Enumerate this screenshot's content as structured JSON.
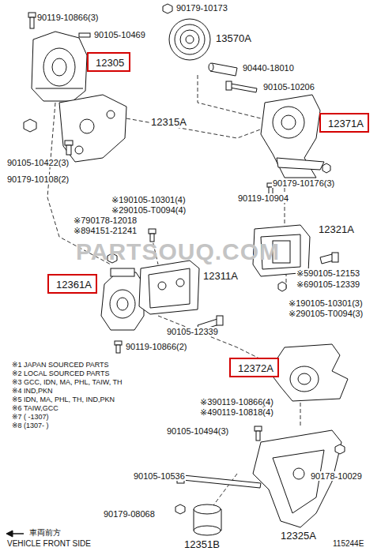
{
  "diagram": {
    "nodes": [
      {
        "text": [
          "12305"
        ]
      },
      {
        "text": [
          "12371A"
        ]
      },
      {
        "text": [
          "12361A"
        ]
      },
      {
        "text": [
          "12372A"
        ]
      }
    ],
    "labels": [
      "PARTSOUQ.COM",
      "90119-10866(3)",
      "90105-10469",
      "90179-10173",
      "13570A",
      "90440-18010",
      "90105-10206",
      "12315A",
      "90105-10422(3)",
      "90179-10108(2)",
      "90179-10176(3)",
      "90119-10904",
      "※190105-10301(4)",
      "※290105-T0094(4)",
      "※790178-12018",
      "※894151-21241",
      "12321A",
      "12311A",
      "※590105-12153",
      "※690105-12339",
      "※190105-10301(3)",
      "※290105-T0094(3)",
      "90105-12339",
      "90119-10866(2)",
      "※1 JAPAN SOURCED PARTS",
      "※2 LOCAL SOURCED PARTS",
      "※3 GCC, IDN, MA, PHL, TAIW, TH",
      "※4 IND,PKN",
      "※5 IDN, MA, PHL, TH, IND,PKN",
      "※6 TAIW,GCC",
      "※7 (      -1307)",
      "※8 (1307-      )",
      "※390119-10866(4)",
      "※490119-10818(4)",
      "90105-10494(3)",
      "90105-10536",
      "90178-10029",
      "90179-08068",
      "12325A",
      "12351B",
      "車両前方",
      "VEHICLE FRONT SIDE",
      "115244E"
    ]
  }
}
